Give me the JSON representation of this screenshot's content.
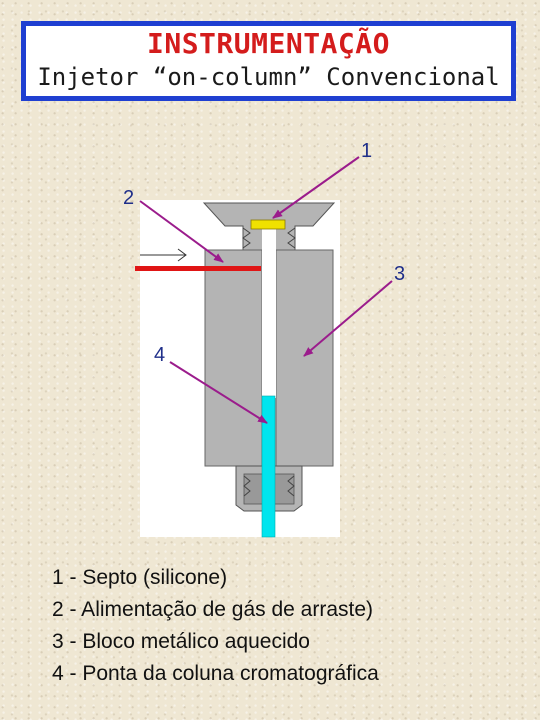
{
  "header": {
    "title": "INSTRUMENTAÇÃO",
    "subtitle": "Injetor “on-column” Convencional"
  },
  "diagram": {
    "callouts": [
      "1",
      "2",
      "3",
      "4"
    ],
    "colors": {
      "block": "#b4b4b4",
      "septum": "#f0e100",
      "gas_line": "#e01515",
      "column_tip": "#00e5ee",
      "arrow": "#9b1c8c",
      "label": "#1f2f8a"
    }
  },
  "legend": {
    "items": [
      "1 - Septo (silicone)",
      "2 - Alimentação de gás de arraste)",
      "3 - Bloco metálico aquecido",
      "4 - Ponta da coluna cromatográfica"
    ]
  }
}
